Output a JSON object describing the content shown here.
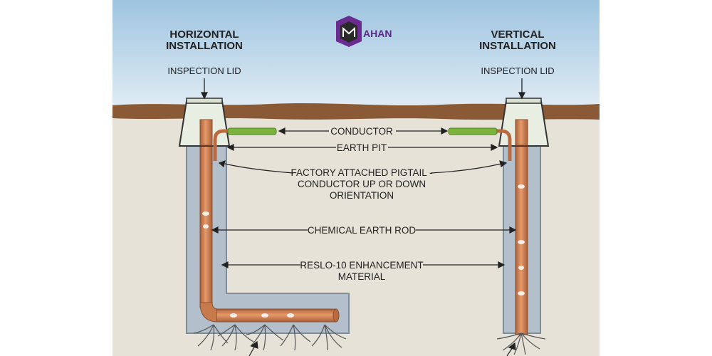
{
  "titles": {
    "left_line1": "HORIZONTAL",
    "left_line2": "INSTALLATION",
    "right_line1": "VERTICAL",
    "right_line2": "INSTALLATION"
  },
  "logo": {
    "text": "AHAN",
    "icon": "mahan-logo-icon"
  },
  "labels": {
    "inspection_lid_left": "INSPECTION LID",
    "inspection_lid_right": "INSPECTION LID",
    "conductor": "CONDUCTOR",
    "earth_pit": "EARTH PIT",
    "pigtail_line1": "FACTORY ATTACHED PIGTAIL -",
    "pigtail_line2": "CONDUCTOR UP OR DOWN",
    "pigtail_line3": "ORIENTATION",
    "chemical_rod": "CHEMICAL EARTH ROD",
    "reslo_line1": "RESLO-10 ENHANCEMENT",
    "reslo_line2": "MATERIAL"
  },
  "colors": {
    "sky": "#bcd7ea",
    "soil": "#e7e3d9",
    "surface": "#8a5a37",
    "trench": "#b7c2cc",
    "trench_edge": "#7f8d99",
    "rod": "#d4875a",
    "rod_dark": "#9b5a35",
    "conductor": "#7bb33c",
    "lid": "#e9eee3",
    "roots": "#555555"
  }
}
